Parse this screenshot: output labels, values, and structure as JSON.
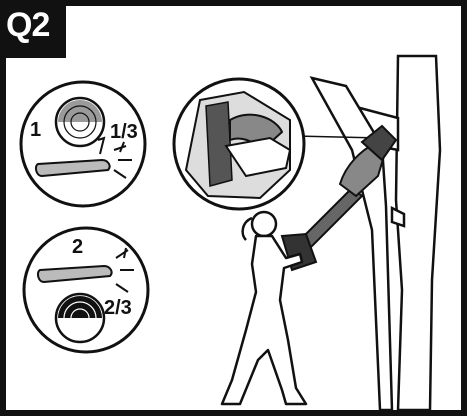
{
  "badge": {
    "label": "Q2"
  },
  "step_one": {
    "number": "1",
    "fraction": "1/3"
  },
  "step_two": {
    "number": "2",
    "fraction": "2/3"
  },
  "colors": {
    "ink": "#111111",
    "paper": "#ffffff",
    "shade": "#9a9a9a"
  },
  "icons": [
    "chainsaw-bar-icon",
    "log-cross-section-icon",
    "sawdust-spray-icon",
    "arrow-up-icon",
    "pole-saw-icon",
    "tree-trunk-icon",
    "operator-figure-icon"
  ]
}
